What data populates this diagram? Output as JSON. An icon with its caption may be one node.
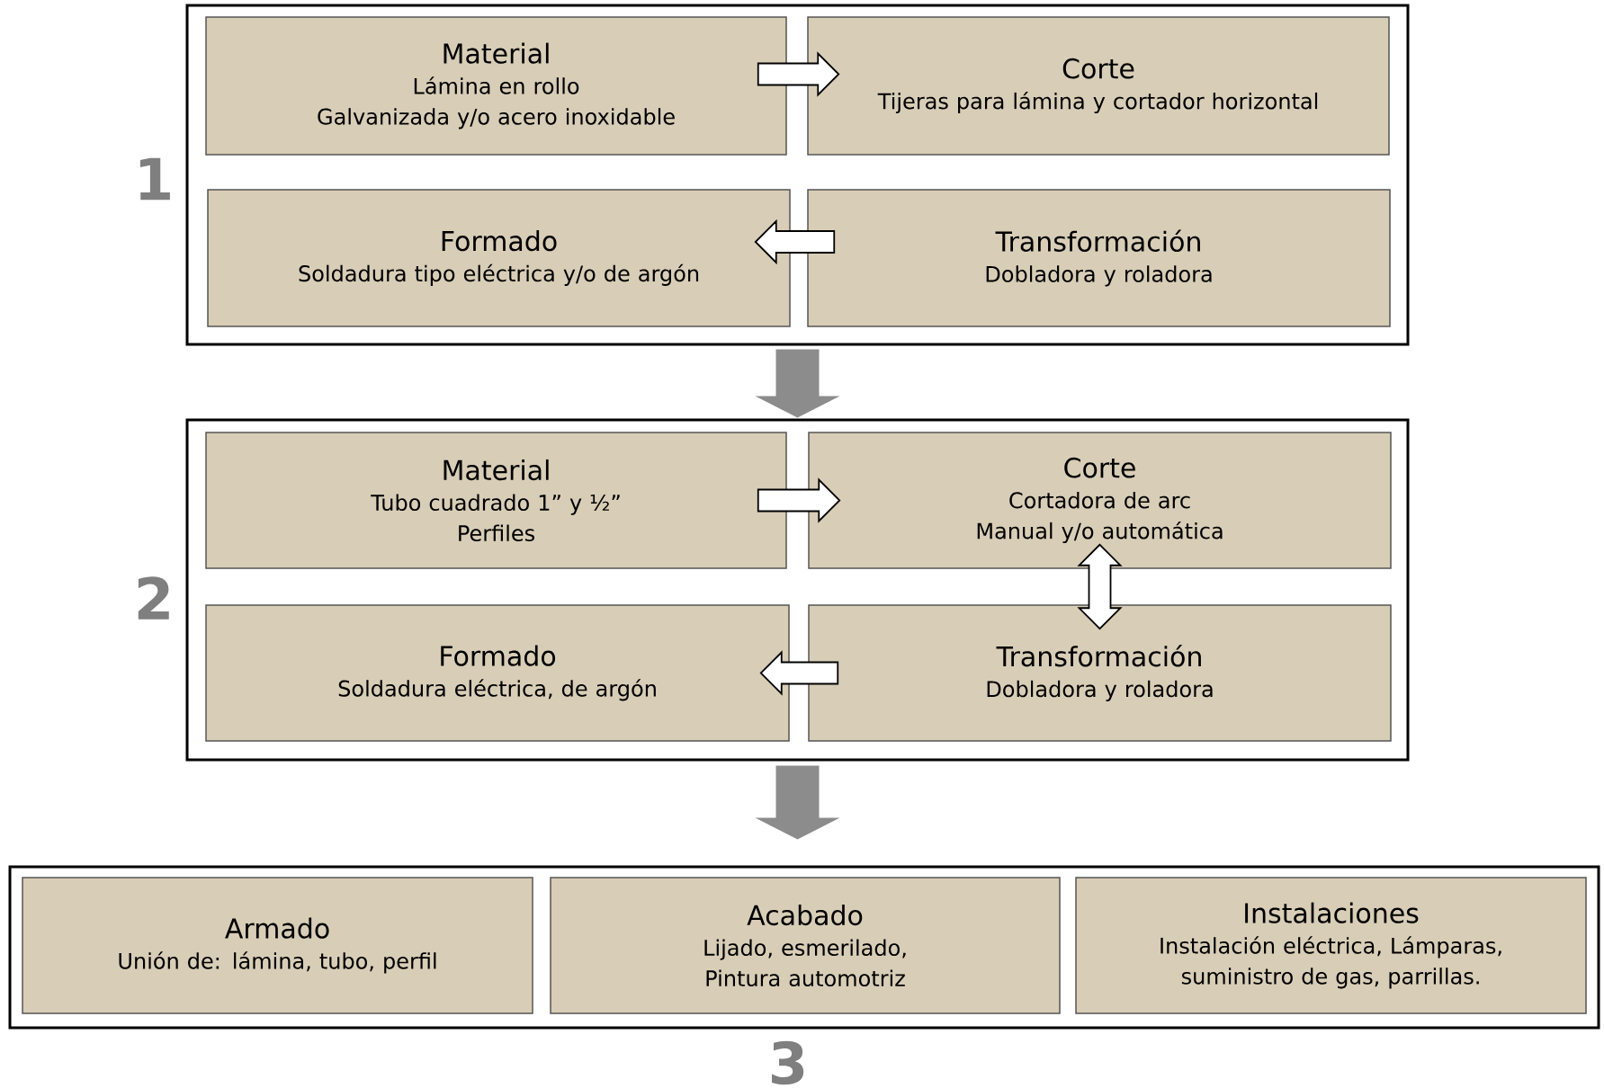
{
  "diagram": {
    "nodes": [
      {
        "text": [],
        "shape": "box",
        "beside": [
          "1"
        ]
      },
      {
        "text": [
          "Material",
          "Lámina en rollo",
          "Galvanizada y/o acero inoxidable"
        ],
        "in": 0
      },
      {
        "text": [
          "Corte",
          "Tijeras para lámina y cortador horizontal"
        ],
        "in": 0
      },
      {
        "text": [
          "Formado",
          "Soldadura tipo eléctrica y/o de argón"
        ],
        "in": 0
      },
      {
        "text": [
          "Transformación",
          "Dobladora y roladora"
        ],
        "in": 0
      },
      {
        "text": [],
        "shape": "box",
        "beside": [
          "2"
        ]
      },
      {
        "text": [
          "Material",
          "Tubo cuadrado 1” y ½”",
          "Perfiles"
        ],
        "in": 5
      },
      {
        "text": [
          "Corte",
          "Cortadora de arc",
          "Manual y/o automática"
        ],
        "in": 5
      },
      {
        "text": [
          "Formado",
          "Soldadura eléctrica, de argón"
        ],
        "in": 5
      },
      {
        "text": [
          "Transformación",
          "Dobladora y roladora"
        ],
        "in": 5
      },
      {
        "text": [],
        "shape": "box",
        "beside": [
          "3"
        ]
      },
      {
        "text": [
          "Armado",
          "Unión de: lámina, tubo, perfil"
        ],
        "in": 10
      },
      {
        "text": [
          "Acabado",
          "Lijado, esmerilado,",
          "Pintura automotriz"
        ],
        "in": 10
      },
      {
        "text": [
          "Instalaciones",
          "Instalación eléctrica, Lámparas,",
          "suministro de gas, parrillas."
        ],
        "in": 10
      }
    ],
    "edges": [
      {
        "from": 1,
        "to": 2,
        "arrow": "to"
      },
      {
        "from": 4,
        "to": 3,
        "arrow": "to"
      },
      {
        "from": 0,
        "to": 5,
        "arrow": "to",
        "style": "thick",
        "color": "#8c8c8c"
      },
      {
        "from": 6,
        "to": 7,
        "arrow": "to"
      },
      {
        "from": 7,
        "to": 9,
        "arrow": "both"
      },
      {
        "from": 9,
        "to": 8,
        "arrow": "to"
      },
      {
        "from": 5,
        "to": 10,
        "arrow": "to",
        "style": "thick",
        "color": "#8c8c8c"
      }
    ]
  }
}
